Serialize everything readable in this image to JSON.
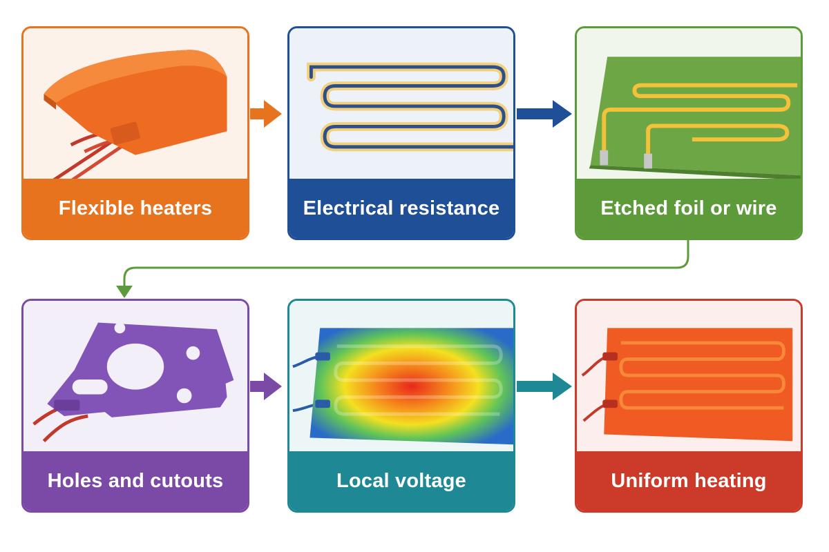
{
  "steps": [
    {
      "label": "Flexible heaters",
      "color": "#e8731e",
      "icon": "orange-silicone-heater-icon"
    },
    {
      "label": "Electrical resistance",
      "color": "#1f4f96",
      "icon": "resistance-wire-serpentine-icon"
    },
    {
      "label": "Etched foil or wire",
      "color": "#5d9a3a",
      "icon": "etched-foil-circuit-icon"
    },
    {
      "label": "Holes and cutouts",
      "color": "#7b4aa7",
      "icon": "heater-with-cutouts-icon"
    },
    {
      "label": "Local voltage",
      "color": "#1e8894",
      "icon": "heat-map-heater-icon"
    },
    {
      "label": "Uniform heating",
      "color": "#cc3a2a",
      "icon": "uniformly-heated-pad-icon"
    }
  ],
  "colors": {
    "arrow_orange": "#e8731e",
    "arrow_blue": "#1f4f96",
    "connector_green": "#5d9a3a",
    "arrow_purple": "#7b4aa7",
    "arrow_teal": "#1e8894"
  }
}
